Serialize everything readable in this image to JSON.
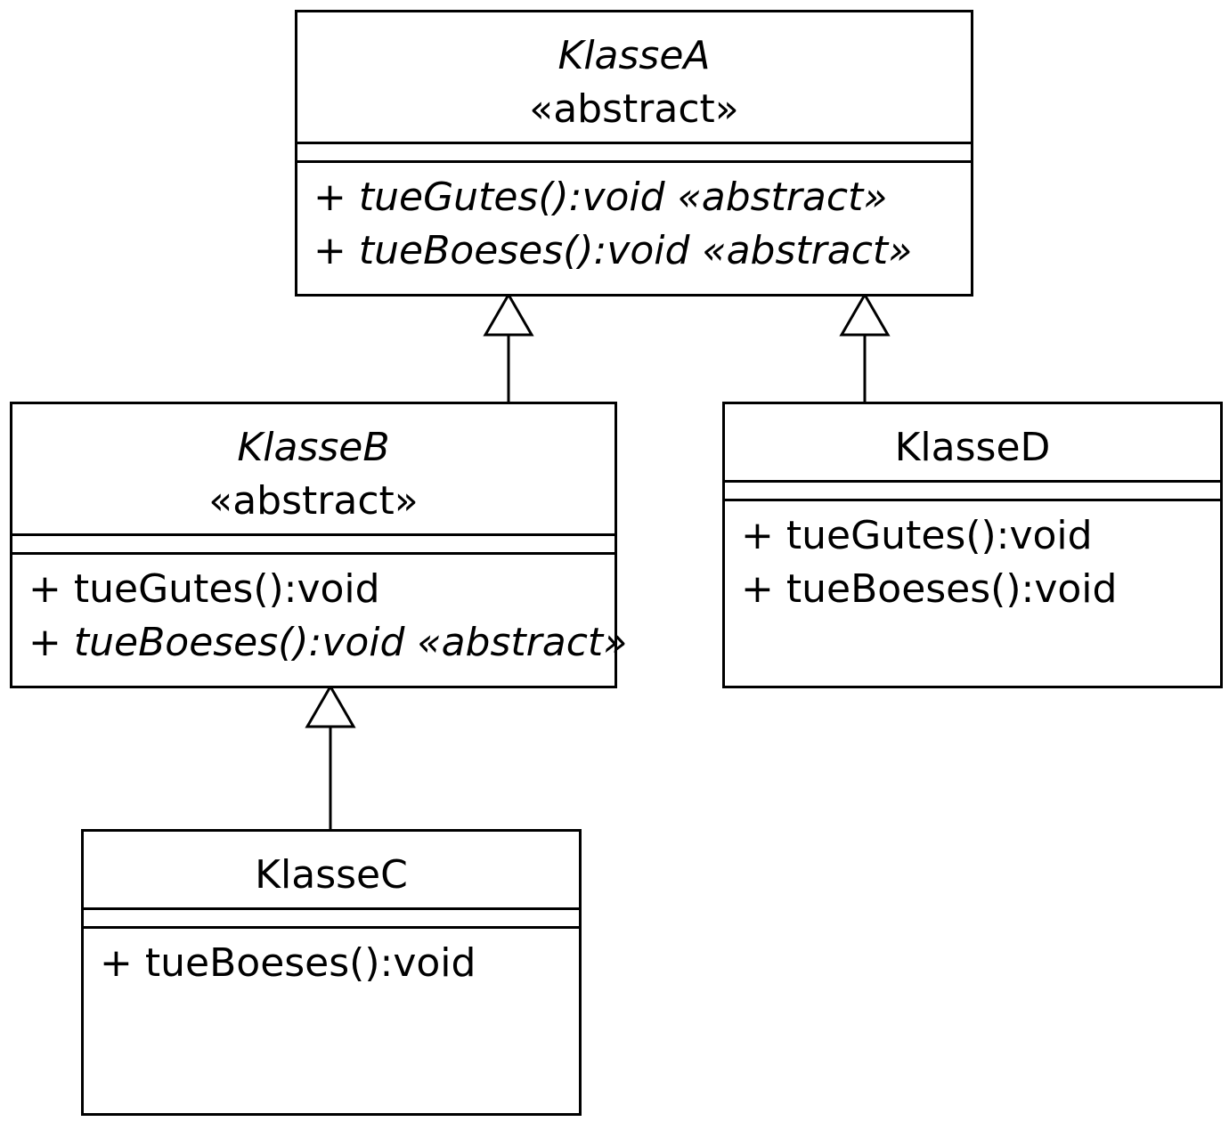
{
  "classes": {
    "a": {
      "name": "KlasseA",
      "stereotype": "«abstract»",
      "operations": [
        {
          "visibility": "+",
          "signature": "tueGutes():void «abstract»"
        },
        {
          "visibility": "+",
          "signature": "tueBoeses():void «abstract»"
        }
      ]
    },
    "b": {
      "name": "KlasseB",
      "stereotype": "«abstract»",
      "operations": [
        {
          "visibility": "+",
          "signature": "tueGutes():void"
        },
        {
          "visibility": "+",
          "signature": "tueBoeses():void «abstract»"
        }
      ]
    },
    "c": {
      "name": "KlasseC",
      "operations": [
        {
          "visibility": "+",
          "signature": "tueBoeses():void"
        }
      ]
    },
    "d": {
      "name": "KlasseD",
      "operations": [
        {
          "visibility": "+",
          "signature": "tueGutes():void"
        },
        {
          "visibility": "+",
          "signature": "tueBoeses():void"
        }
      ]
    }
  },
  "relations": [
    {
      "type": "generalization",
      "from": "KlasseB",
      "to": "KlasseA"
    },
    {
      "type": "generalization",
      "from": "KlasseD",
      "to": "KlasseA"
    },
    {
      "type": "generalization",
      "from": "KlasseC",
      "to": "KlasseB"
    }
  ]
}
